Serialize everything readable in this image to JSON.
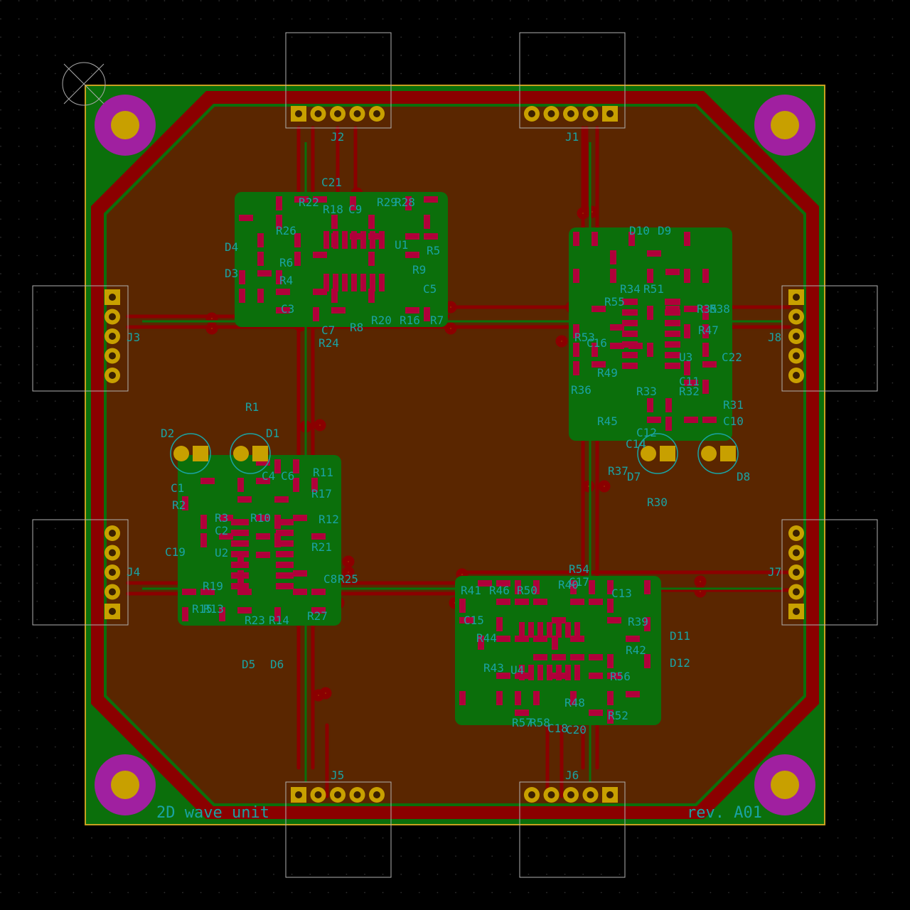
{
  "board": {
    "title_left": "2D wave unit",
    "title_right": "rev. A01",
    "colors": {
      "background": "#000000",
      "grid_dot": "#3a3a3a",
      "edge_cut": "#c8a020",
      "fcu_zone": "#0b6f0b",
      "bcu_zone": "#5a2600",
      "copper_trace": "#8b0000",
      "pad": "#c8a000",
      "pad_smd": "#b0003a",
      "silkscreen": "#1aa3a3",
      "mount_hole": "#a020a0",
      "courtyard": "#b0b0b0"
    }
  },
  "connectors": [
    {
      "ref": "J1"
    },
    {
      "ref": "J2"
    },
    {
      "ref": "J3"
    },
    {
      "ref": "J4"
    },
    {
      "ref": "J5"
    },
    {
      "ref": "J6"
    },
    {
      "ref": "J7"
    },
    {
      "ref": "J8"
    }
  ],
  "ics": [
    {
      "ref": "U1"
    },
    {
      "ref": "U2"
    },
    {
      "ref": "U3"
    },
    {
      "ref": "U4"
    }
  ],
  "leds": [
    {
      "ref": "D1"
    },
    {
      "ref": "D2"
    },
    {
      "ref": "D7"
    },
    {
      "ref": "D8"
    }
  ],
  "diodes": [
    {
      "ref": "D3"
    },
    {
      "ref": "D4"
    },
    {
      "ref": "D5"
    },
    {
      "ref": "D6"
    },
    {
      "ref": "D9"
    },
    {
      "ref": "D10"
    },
    {
      "ref": "D11"
    },
    {
      "ref": "D12"
    }
  ],
  "labels": [
    {
      "ref": "C21"
    },
    {
      "ref": "R22"
    },
    {
      "ref": "R18"
    },
    {
      "ref": "C9"
    },
    {
      "ref": "R29"
    },
    {
      "ref": "R28"
    },
    {
      "ref": "R26"
    },
    {
      "ref": "U1"
    },
    {
      "ref": "R5"
    },
    {
      "ref": "R6"
    },
    {
      "ref": "R4"
    },
    {
      "ref": "R9"
    },
    {
      "ref": "C5"
    },
    {
      "ref": "C3"
    },
    {
      "ref": "C7"
    },
    {
      "ref": "R8"
    },
    {
      "ref": "R20"
    },
    {
      "ref": "R16"
    },
    {
      "ref": "R7"
    },
    {
      "ref": "R24"
    },
    {
      "ref": "R1"
    },
    {
      "ref": "C4"
    },
    {
      "ref": "C6"
    },
    {
      "ref": "R11"
    },
    {
      "ref": "C1"
    },
    {
      "ref": "R17"
    },
    {
      "ref": "R2"
    },
    {
      "ref": "R3"
    },
    {
      "ref": "R10"
    },
    {
      "ref": "R12"
    },
    {
      "ref": "C2"
    },
    {
      "ref": "C19"
    },
    {
      "ref": "U2"
    },
    {
      "ref": "R21"
    },
    {
      "ref": "R19"
    },
    {
      "ref": "C8"
    },
    {
      "ref": "R25"
    },
    {
      "ref": "R15"
    },
    {
      "ref": "R13"
    },
    {
      "ref": "R23"
    },
    {
      "ref": "R14"
    },
    {
      "ref": "R27"
    },
    {
      "ref": "R34"
    },
    {
      "ref": "R51"
    },
    {
      "ref": "R55"
    },
    {
      "ref": "R35"
    },
    {
      "ref": "R38"
    },
    {
      "ref": "R53"
    },
    {
      "ref": "C16"
    },
    {
      "ref": "R47"
    },
    {
      "ref": "U3"
    },
    {
      "ref": "C22"
    },
    {
      "ref": "R49"
    },
    {
      "ref": "C11"
    },
    {
      "ref": "R36"
    },
    {
      "ref": "R33"
    },
    {
      "ref": "R32"
    },
    {
      "ref": "R31"
    },
    {
      "ref": "R45"
    },
    {
      "ref": "C10"
    },
    {
      "ref": "C14"
    },
    {
      "ref": "C12"
    },
    {
      "ref": "R37"
    },
    {
      "ref": "R30"
    },
    {
      "ref": "R41"
    },
    {
      "ref": "R46"
    },
    {
      "ref": "R50"
    },
    {
      "ref": "R40"
    },
    {
      "ref": "R54"
    },
    {
      "ref": "C17"
    },
    {
      "ref": "C13"
    },
    {
      "ref": "C15"
    },
    {
      "ref": "R39"
    },
    {
      "ref": "R44"
    },
    {
      "ref": "R42"
    },
    {
      "ref": "R43"
    },
    {
      "ref": "U4"
    },
    {
      "ref": "R56"
    },
    {
      "ref": "R57"
    },
    {
      "ref": "R58"
    },
    {
      "ref": "C18"
    },
    {
      "ref": "R48"
    },
    {
      "ref": "C20"
    },
    {
      "ref": "R52"
    }
  ]
}
